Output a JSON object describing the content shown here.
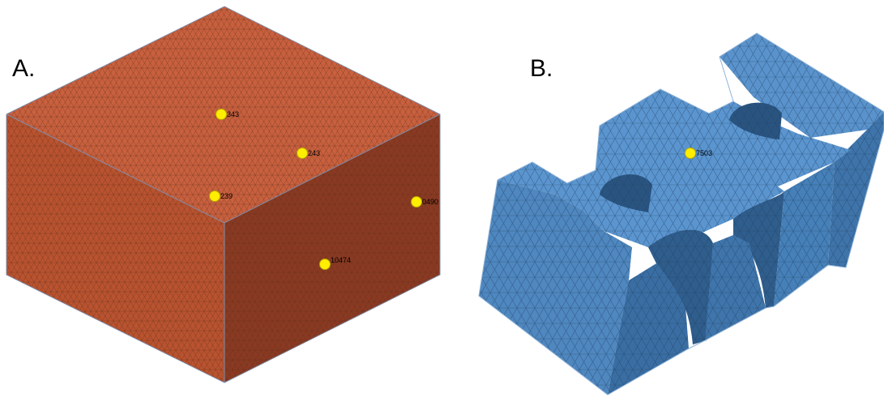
{
  "panels": [
    {
      "label": "A.",
      "color": "#c05a3a"
    },
    {
      "label": "B.",
      "color": "#4a86c0"
    }
  ],
  "panel_a_nodes": [
    "343",
    "243",
    "239",
    "0490",
    "10474"
  ],
  "panel_b_nodes": [
    "7503"
  ],
  "node_color": "#ffee00"
}
